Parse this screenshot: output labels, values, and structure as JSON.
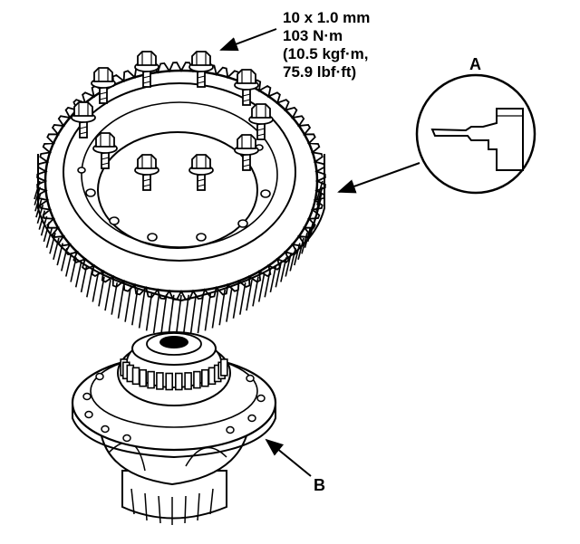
{
  "spec": {
    "line1": "10 x 1.0 mm",
    "line2": "103 N·m",
    "line3": "(10.5 kgf·m,",
    "line4": "75.9 lbf·ft)"
  },
  "callouts": {
    "a": "A",
    "b": "B"
  },
  "colors": {
    "ink": "#000000",
    "paper": "#ffffff"
  }
}
